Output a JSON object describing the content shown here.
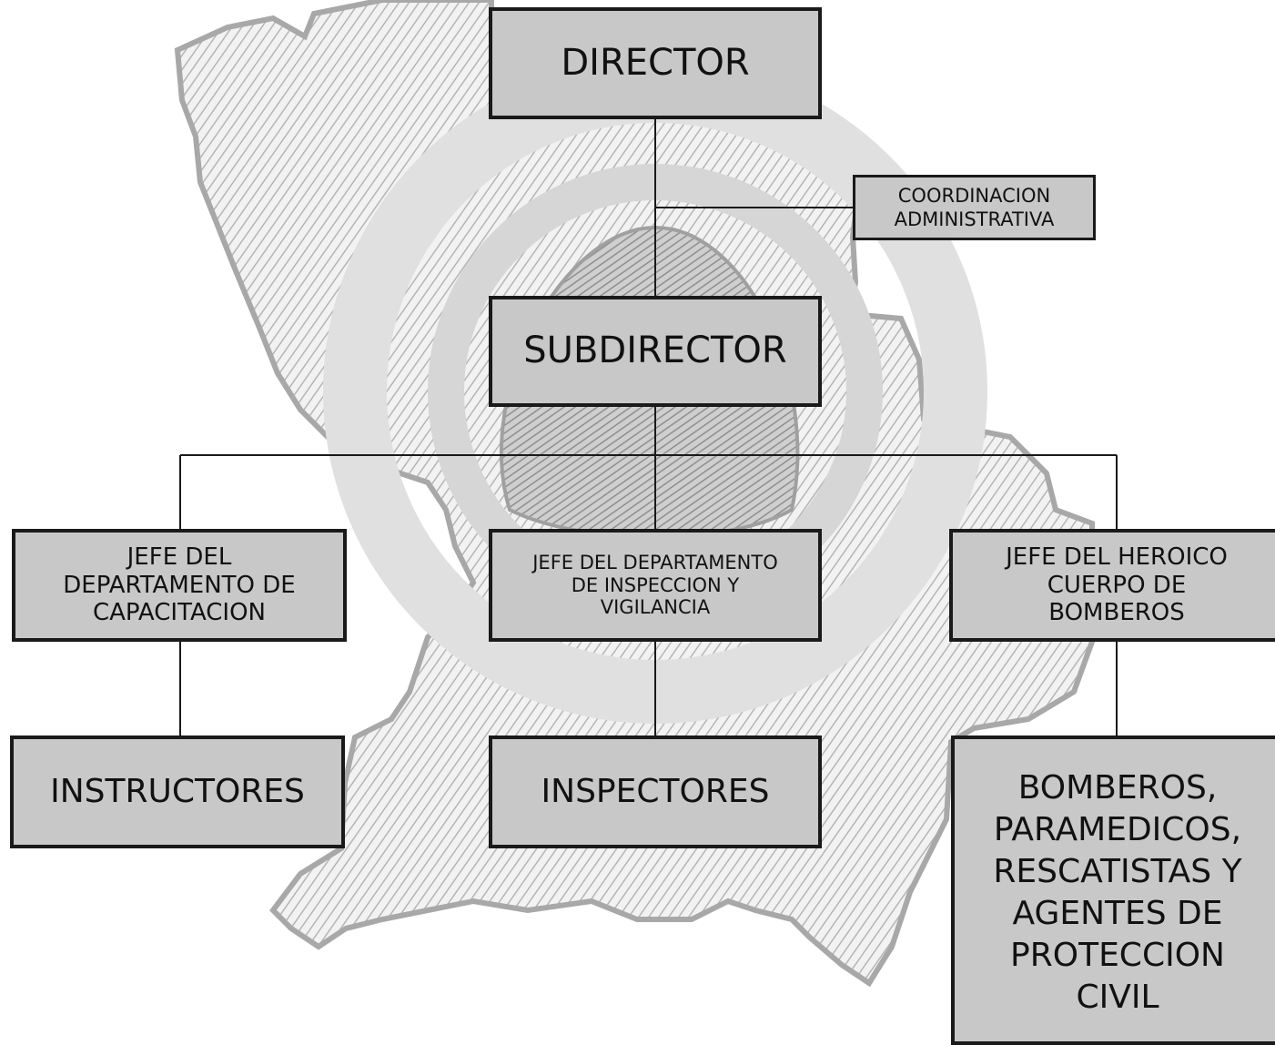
{
  "org_chart": {
    "director": "DIRECTOR",
    "coordinacion": [
      "COORDINACION",
      "ADMINISTRATIVA"
    ],
    "subdirector": "SUBDIRECTOR",
    "jefe_capacitacion": [
      "JEFE DEL",
      "DEPARTAMENTO DE",
      "CAPACITACION"
    ],
    "jefe_inspeccion": [
      "JEFE DEL DEPARTAMENTO",
      "DE INSPECCION Y",
      "VIGILANCIA"
    ],
    "jefe_bomberos": [
      "JEFE DEL HEROICO",
      "CUERPO DE",
      "BOMBEROS"
    ],
    "instructores": "INSTRUCTORES",
    "inspectores": "INSPECTORES",
    "bomberos": [
      "BOMBEROS,",
      "PARAMEDICOS,",
      "RESCATISTAS Y",
      "AGENTES DE",
      "PROTECCION",
      "CIVIL"
    ]
  },
  "colors": {
    "box_fill": "#c8c8c8",
    "box_border": "#1a1a1a",
    "connector": "#1a1a1a",
    "watermark": "#bdbdbd"
  }
}
